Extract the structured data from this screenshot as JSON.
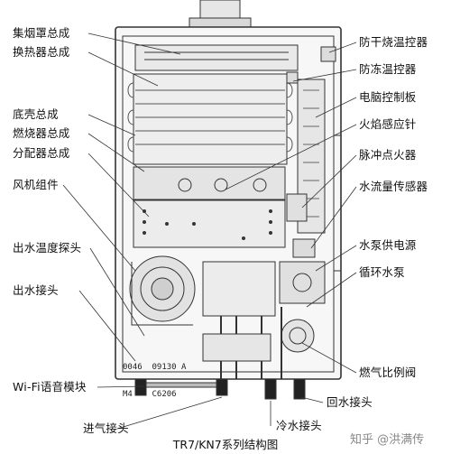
{
  "left_labels": [
    "集烟罩总成",
    "换热器总成",
    "底壳总成",
    "燃烧器总成",
    "分配器总成",
    "风机组件",
    "出水温度探头",
    "出水接头",
    "Wi-Fi语音模块"
  ],
  "right_labels": [
    "防干烧温控器",
    "防冻温控器",
    "电脑控制板",
    "火焰感应针",
    "脉冲点火器",
    "水流量传感器",
    "水泵供电源",
    "循环水泵",
    "燃气比例阀",
    "回水接头"
  ],
  "bottom_labels": {
    "gas_inlet": "进气接头",
    "cold_water_inlet": "冷水接头"
  },
  "nameplate": {
    "line1": "0046  09130 A",
    "line2": "M4    C6206"
  },
  "caption": "TR7/KN7系列结构图",
  "watermark": "知乎 @洪满传"
}
